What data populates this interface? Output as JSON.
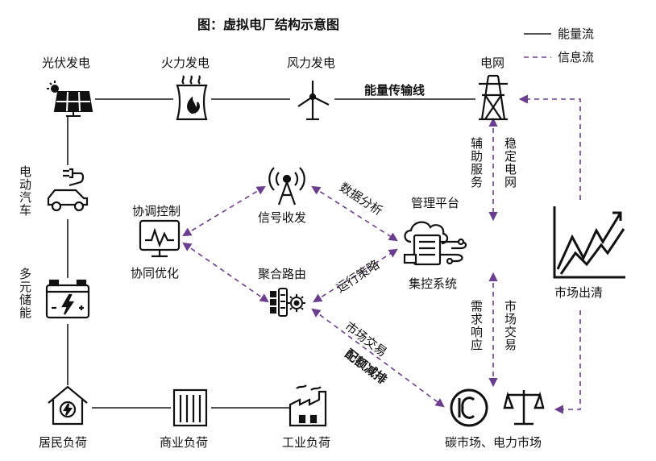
{
  "title": "图：虚拟电厂结构示意图",
  "legend": {
    "energy_flow": "能量流",
    "info_flow": "信息流"
  },
  "nodes": {
    "solar": "光伏发电",
    "thermal": "火力发电",
    "wind": "风力发电",
    "grid": "电网",
    "ev": "电动汽车",
    "storage": "多元储能",
    "residential": "居民负荷",
    "commercial": "商业负荷",
    "industrial": "工业负荷",
    "signal": "信号收发",
    "coord_control": "协调控制",
    "coord_opt": "协同优化",
    "aggregation": "聚合路由",
    "mgmt_platform": "管理平台",
    "central_control": "集控系统",
    "market_clearing": "市场出清",
    "carbon_power_market": "碳市场、电力市场"
  },
  "edge_labels": {
    "transmission_line": "能量传输线",
    "aux_service": "辅助服务",
    "stabilize_grid": "稳定电网",
    "demand_response": "需求响应",
    "market_trade_v": "市场交易",
    "data_analysis": "数据分析",
    "operation_strategy": "运行策略",
    "market_trade_d": "市场交易",
    "quota_emission": "配额减排"
  },
  "colors": {
    "energy_line": "#1a1a1a",
    "info_line": "#6b3d8f",
    "icon": "#111111"
  }
}
